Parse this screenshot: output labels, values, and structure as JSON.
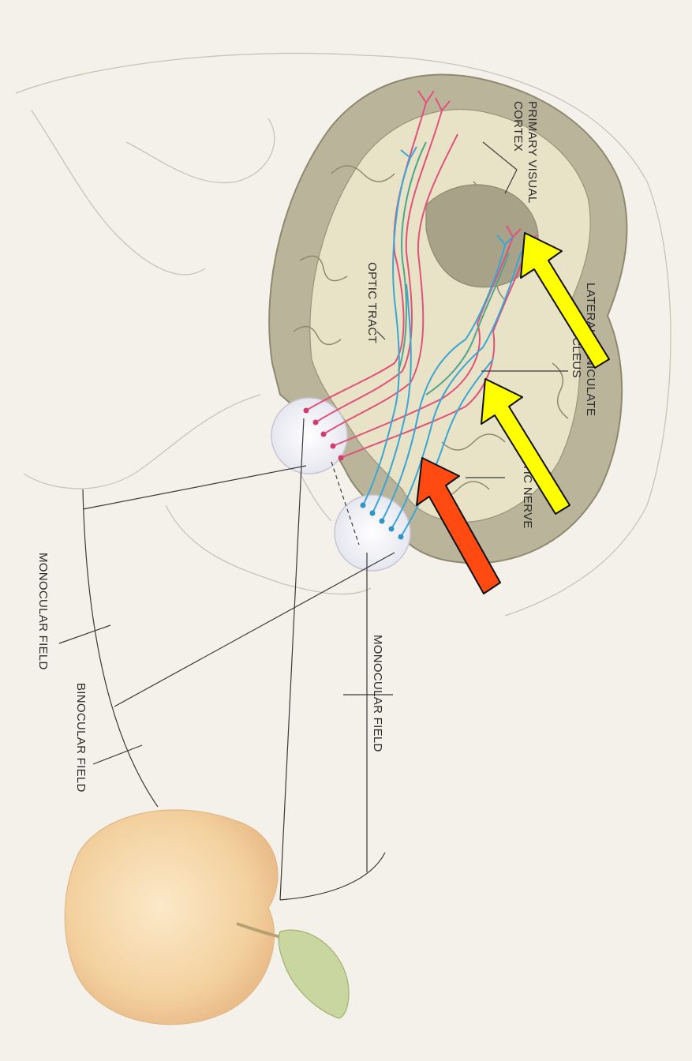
{
  "labels": {
    "primary_visual_cortex_line1": "PRIMARY VISUAL",
    "primary_visual_cortex_line2": "CORTEX",
    "lateral_geniculate_line1": "LATERAL GENICULATE",
    "lateral_geniculate_line2": "NUCLEUS",
    "optic_tract": "OPTIC TRACT",
    "optic_nerve": "OPTIC NERVE",
    "monocular_field_left": "MONOCULAR FIELD",
    "binocular_field": "BINOCULAR FIELD",
    "monocular_field_right": "MONOCULAR FIELD"
  },
  "colors": {
    "background": "#f4f1ea",
    "brain_gray": "#b9b49a",
    "brain_inner": "#e8e2c6",
    "pathway_red": "#e0527a",
    "pathway_blue": "#3aa6d6",
    "pathway_green": "#4fa68c",
    "arrow_yellow": "#ffff00",
    "arrow_red": "#ff4a12",
    "apple": "#f5d7a8",
    "leaf": "#c9d6a0"
  },
  "annotations": {
    "yellow_arrows": 2,
    "red_arrows": 1
  }
}
